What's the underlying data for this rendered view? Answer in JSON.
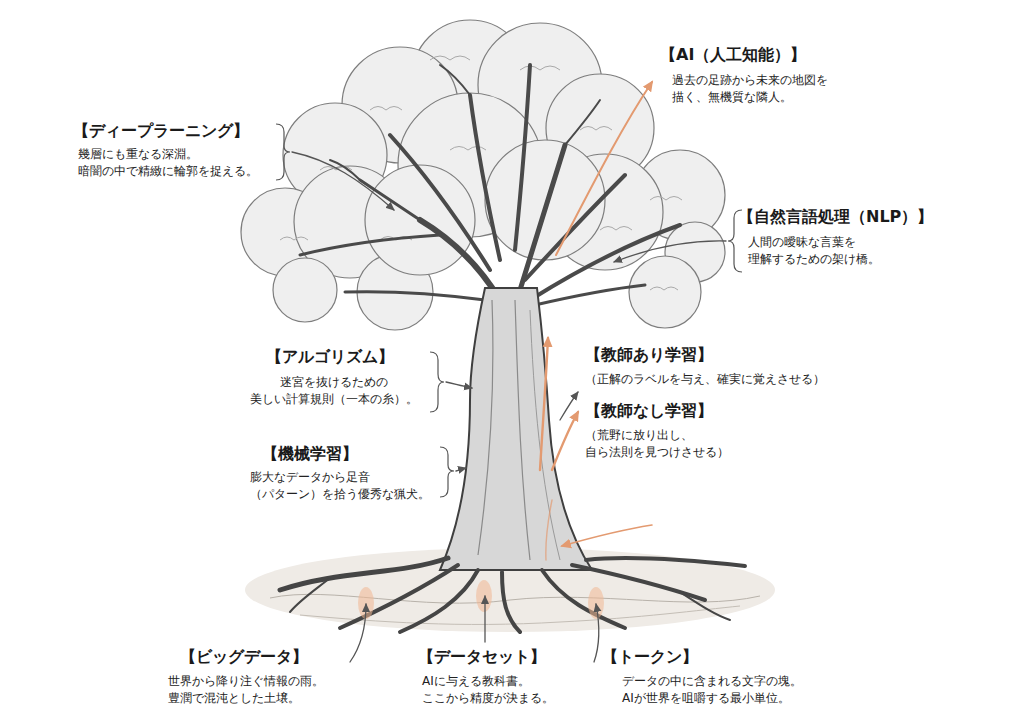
{
  "diagram": {
    "labels": [
      "【AI（人工知能）】",
      "過去の足跡から未来の地図を 描く、無機質な隣人。",
      "【ディープラーニング】",
      "幾層にも重なる深淵。 暗闇の中で精緻に輪郭を捉える。",
      "【自然言語処理（NLP）】",
      "人間の曖昧な言葉を 理解するための架け橋。",
      "【アルゴリズム】",
      "迷宮を抜けるための 美しい計算規則（一本の糸）。",
      "【教師あり学習】",
      "（正解のラベルを与え、確実に覚えさせる）",
      "【教師なし学習】",
      "（荒野に放り出し、 自ら法則を見つけさせる）",
      "【機械学習】",
      "膨大なデータから足音 （パターン）を拾う優秀な猟犬。",
      "【ビッグデータ】",
      "世界から降り注ぐ情報の雨。 豊潤で混沌とした土壌。",
      "【データセット】",
      "AIに与える教科書。 ここから精度が決まる。",
      "【トークン】",
      "データの中に含まれる文字の塊。 AIが世界を咀嚼する最小単位。"
    ]
  }
}
